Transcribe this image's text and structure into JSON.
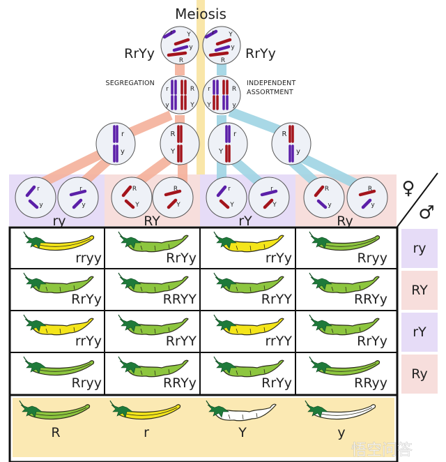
{
  "title": "Meiosis",
  "parents": {
    "left": {
      "genotype": "RrYy"
    },
    "right": {
      "genotype": "RrYy"
    }
  },
  "processes": {
    "left": "SEGREGATION",
    "right_line1": "INDEPENDENT",
    "right_line2": "ASSORTMENT"
  },
  "meiosis_I_cells": [
    {
      "top": "r",
      "bottom": "y",
      "colors": [
        "purple",
        "purple"
      ]
    },
    {
      "top": "R",
      "bottom": "Y",
      "colors": [
        "red",
        "red"
      ]
    },
    {
      "top": "r",
      "bottom": "Y",
      "colors": [
        "purple",
        "red"
      ]
    },
    {
      "top": "R",
      "bottom": "y",
      "colors": [
        "red",
        "purple"
      ]
    }
  ],
  "gametes_female": [
    {
      "label": "ry",
      "cells": [
        [
          "r",
          "y"
        ],
        [
          "r",
          "y"
        ]
      ]
    },
    {
      "label": "RY",
      "cells": [
        [
          "R",
          "Y"
        ],
        [
          "R",
          "Y"
        ]
      ]
    },
    {
      "label": "rY",
      "cells": [
        [
          "r",
          "Y"
        ],
        [
          "r",
          "Y"
        ]
      ]
    },
    {
      "label": "Ry",
      "cells": [
        [
          "R",
          "y"
        ],
        [
          "R",
          "y"
        ]
      ]
    }
  ],
  "sex_symbols": {
    "female": "♀",
    "male": "♂"
  },
  "gametes_male": [
    "ry",
    "RY",
    "rY",
    "Ry"
  ],
  "punnett": [
    [
      {
        "genotype": "rryy",
        "pod": "smooth",
        "color": "yellow"
      },
      {
        "genotype": "RrYy",
        "pod": "bumpy",
        "color": "green"
      },
      {
        "genotype": "rrYy",
        "pod": "bumpy",
        "color": "yellow"
      },
      {
        "genotype": "Rryy",
        "pod": "smooth",
        "color": "green"
      }
    ],
    [
      {
        "genotype": "RrYy",
        "pod": "bumpy",
        "color": "green"
      },
      {
        "genotype": "RRYY",
        "pod": "bumpy",
        "color": "green"
      },
      {
        "genotype": "RrYY",
        "pod": "bumpy",
        "color": "green"
      },
      {
        "genotype": "RRYy",
        "pod": "bumpy",
        "color": "green"
      }
    ],
    [
      {
        "genotype": "rrYy",
        "pod": "bumpy",
        "color": "yellow"
      },
      {
        "genotype": "RrYY",
        "pod": "bumpy",
        "color": "green"
      },
      {
        "genotype": "rrYY",
        "pod": "bumpy",
        "color": "yellow"
      },
      {
        "genotype": "RrYy",
        "pod": "bumpy",
        "color": "green"
      }
    ],
    [
      {
        "genotype": "Rryy",
        "pod": "smooth",
        "color": "green"
      },
      {
        "genotype": "RRYy",
        "pod": "bumpy",
        "color": "green"
      },
      {
        "genotype": "RrYy",
        "pod": "bumpy",
        "color": "green"
      },
      {
        "genotype": "RRyy",
        "pod": "smooth",
        "color": "green"
      }
    ]
  ],
  "legend": [
    {
      "allele": "R",
      "pod": "smooth",
      "color": "green"
    },
    {
      "allele": "r",
      "pod": "smooth",
      "color": "yellow"
    },
    {
      "allele": "Y",
      "pod": "bumpy",
      "color": "white"
    },
    {
      "allele": "y",
      "pod": "smooth",
      "color": "white"
    }
  ],
  "watermark": "悟空问答",
  "colors": {
    "purple_band": "#e6dcf7",
    "pink_band": "#f7dedc",
    "salmon_path": "#f4b09a",
    "blue_path": "#9fd4e3",
    "yellow_path": "#f8e3a0",
    "chromosome_purple": "#5b1fa8",
    "chromosome_red": "#a3141c",
    "cell_fill": "#eef1f7",
    "legend_bg": "#fbe9b3",
    "pod_green": "#8dc63f",
    "pod_yellow": "#f4e51a",
    "pod_white": "#ffffff",
    "calyx": "#1e7a3a"
  }
}
